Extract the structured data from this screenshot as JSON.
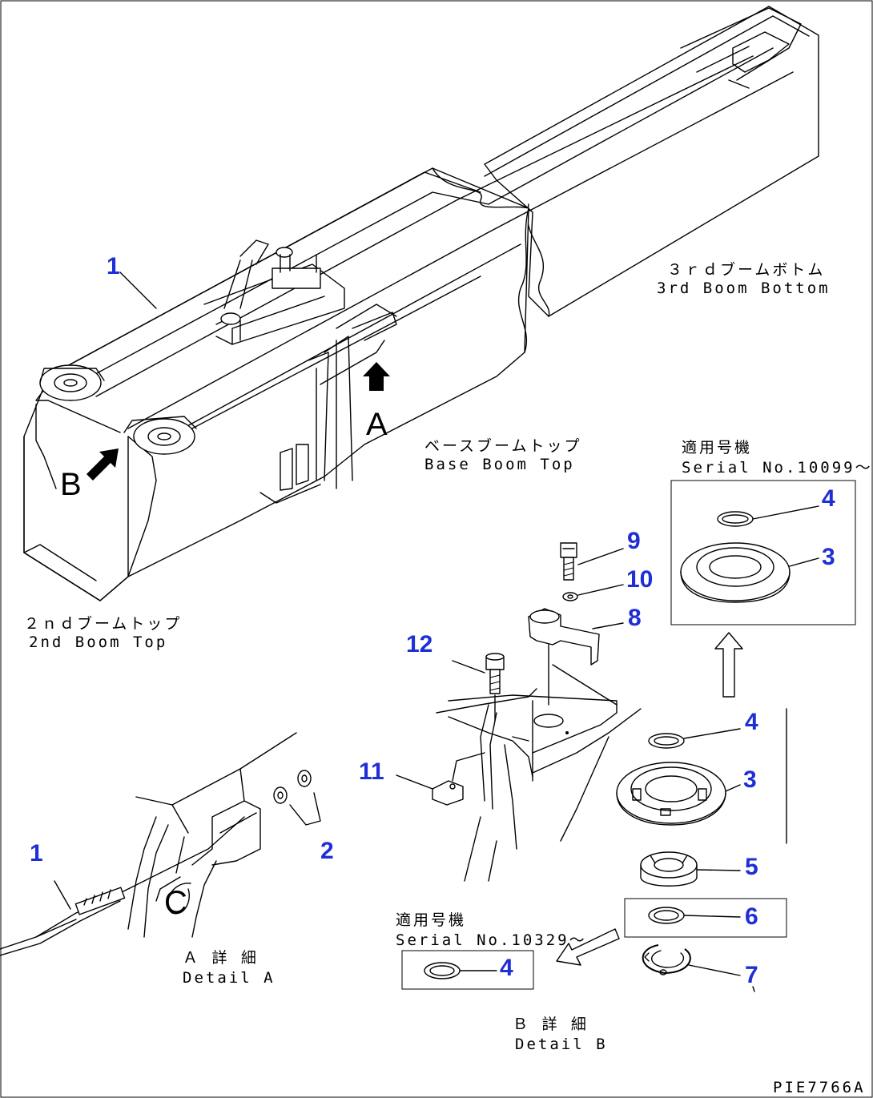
{
  "labels": {
    "third_boom_jp": "３ｒｄブームボトム",
    "third_boom_en": "3rd Boom Bottom",
    "base_boom_jp": "ベースブームトップ",
    "base_boom_en": "Base Boom Top",
    "second_boom_jp": "２ｎｄブームトップ",
    "second_boom_en": "2nd Boom Top",
    "serial_jp_1": "適用号機",
    "serial_en_1": "Serial No.10099～",
    "serial_jp_2": "適用号機",
    "serial_en_2": "Serial No.10329～",
    "detail_a_jp": "Ａ 詳 細",
    "detail_a_en": "Detail A",
    "detail_b_jp": "Ｂ 詳 細",
    "detail_b_en": "Detail B",
    "view_a": "A",
    "view_b": "B",
    "view_c": "C",
    "drawing_ref": "PIE7766A"
  },
  "callouts": {
    "c1_top": "1",
    "c1_bottom": "1",
    "c2": "2",
    "c3_upper": "3",
    "c3_lower": "3",
    "c4_upper": "4",
    "c4_mid": "4",
    "c4_lower": "4",
    "c5": "5",
    "c6": "6",
    "c7": "7",
    "c8": "8",
    "c9": "9",
    "c10": "10",
    "c11": "11",
    "c12": "12"
  },
  "colors": {
    "callout": "#1f2fd6",
    "line": "#000000",
    "background": "#ffffff"
  }
}
